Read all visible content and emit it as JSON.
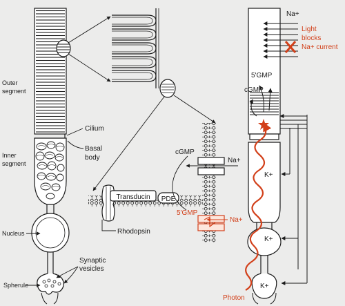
{
  "labels": {
    "outer_segment": [
      "Outer",
      "segment"
    ],
    "inner_segment": [
      "Inner",
      "segment"
    ],
    "cilium": "Cilium",
    "basal_body": [
      "Basal",
      "body"
    ],
    "nucleus": "Nucleus",
    "spherule": "Spherule",
    "synaptic_vesicles": [
      "Synaptic",
      "vesicles"
    ],
    "transducin": "Transducin",
    "pde": "PDE",
    "rhodopsin": "Rhodopsin",
    "cgmp_membrane": "cGMP",
    "gmp_membrane": "5'GMP",
    "na_membrane_top": "Na+",
    "na_membrane_bottom": "Na+",
    "na_cell_top": "Na+",
    "light_blocks": [
      "Light",
      "blocks",
      "Na+ current"
    ],
    "gmp_cell": "5'GMP",
    "cgmp_cell": "cGMP",
    "k_top": "K+",
    "k_mid": "K+",
    "k_bottom": "K+",
    "photon": "Photon"
  },
  "colors": {
    "ink": "#1a1a1a",
    "accent_red": "#d2401a",
    "background": "#ececeb"
  }
}
